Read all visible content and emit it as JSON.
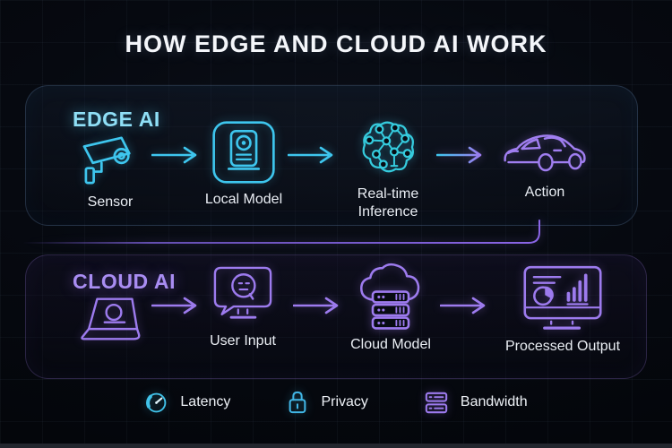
{
  "title": "HOW EDGE AND CLOUD AI WORK",
  "edge": {
    "heading": "EDGE AI",
    "accent_color": "#3ec6ee",
    "steps": [
      {
        "label": "Sensor",
        "icon": "cctv-camera-icon"
      },
      {
        "label": "Local Model",
        "icon": "local-model-chip-icon"
      },
      {
        "label": "Real-time Inference",
        "icon": "neural-network-icon"
      },
      {
        "label": "Action",
        "icon": "car-icon"
      }
    ]
  },
  "cloud": {
    "heading": "CLOUD AI",
    "accent_color": "#9d7bee",
    "source_icon": "laptop-icon",
    "steps": [
      {
        "label": "User Input",
        "icon": "chat-bubble-monitor-icon"
      },
      {
        "label": "Cloud Model",
        "icon": "cloud-server-icon"
      },
      {
        "label": "Processed Output",
        "icon": "monitor-charts-icon"
      }
    ]
  },
  "legend": [
    {
      "label": "Latency",
      "icon": "gauge-icon",
      "color": "#41c3ea"
    },
    {
      "label": "Privacy",
      "icon": "lock-icon",
      "color": "#41b6e6"
    },
    {
      "label": "Bandwidth",
      "icon": "server-stack-icon",
      "color": "#9d7bee"
    }
  ],
  "colors": {
    "background": "#060910",
    "title_text": "#f4f6fa",
    "label_text": "#eaeef4",
    "edge_heading": "#8fdff6",
    "cloud_heading": "#a98df2",
    "connector": "#8b66e8"
  }
}
